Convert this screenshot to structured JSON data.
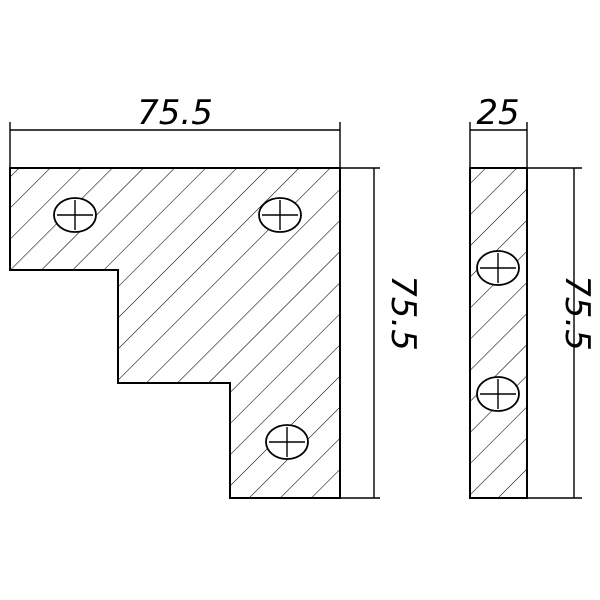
{
  "front_view": {
    "width_label": "75.5",
    "height_label": "75.5",
    "hole_count": 3
  },
  "side_view": {
    "width_label": "25",
    "height_label": "75.5",
    "hole_count": 2
  },
  "colors": {
    "line": "#000000",
    "background": "#ffffff"
  }
}
